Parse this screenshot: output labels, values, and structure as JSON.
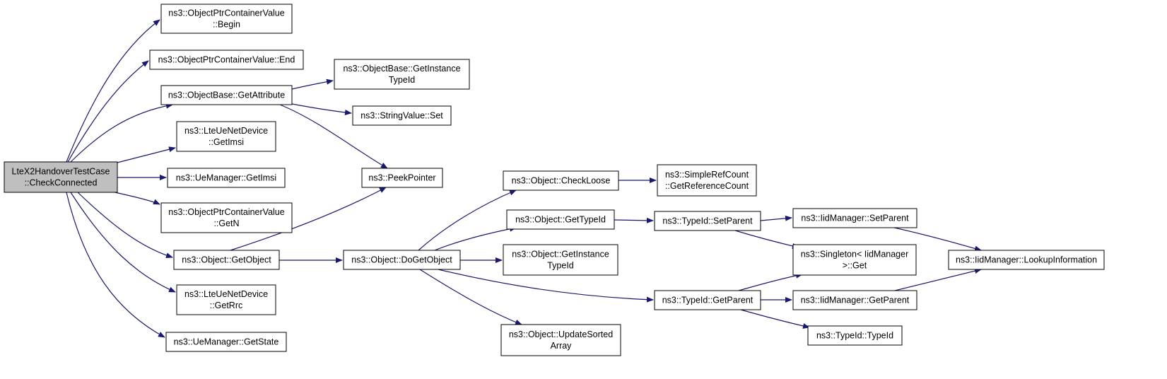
{
  "diagram": {
    "type": "call-graph",
    "colors": {
      "edge": "#191970",
      "node_fill": "#ffffff",
      "root_fill": "#bfbfbf",
      "node_stroke": "#000000"
    },
    "nodes": [
      {
        "id": "root",
        "lines": [
          "LteX2HandoverTestCase",
          "::CheckConnected"
        ],
        "root": true
      },
      {
        "id": "begin",
        "lines": [
          "ns3::ObjectPtrContainerValue",
          "::Begin"
        ]
      },
      {
        "id": "end",
        "lines": [
          "ns3::ObjectPtrContainerValue::End"
        ]
      },
      {
        "id": "getattr",
        "lines": [
          "ns3::ObjectBase::GetAttribute"
        ]
      },
      {
        "id": "ltegetimsi",
        "lines": [
          "ns3::LteUeNetDevice",
          "::GetImsi"
        ]
      },
      {
        "id": "uegetimsi",
        "lines": [
          "ns3::UeManager::GetImsi"
        ]
      },
      {
        "id": "getn",
        "lines": [
          "ns3::ObjectPtrContainerValue",
          "::GetN"
        ]
      },
      {
        "id": "getobject",
        "lines": [
          "ns3::Object::GetObject"
        ]
      },
      {
        "id": "getrrc",
        "lines": [
          "ns3::LteUeNetDevice",
          "::GetRrc"
        ]
      },
      {
        "id": "getstate",
        "lines": [
          "ns3::UeManager::GetState"
        ]
      },
      {
        "id": "basegetinst",
        "lines": [
          "ns3::ObjectBase::GetInstance",
          "TypeId"
        ]
      },
      {
        "id": "strset",
        "lines": [
          "ns3::StringValue::Set"
        ]
      },
      {
        "id": "peek",
        "lines": [
          "ns3::PeekPointer"
        ]
      },
      {
        "id": "dogetobject",
        "lines": [
          "ns3::Object::DoGetObject"
        ]
      },
      {
        "id": "checkloose",
        "lines": [
          "ns3::Object::CheckLoose"
        ]
      },
      {
        "id": "objgettypeid",
        "lines": [
          "ns3::Object::GetTypeId"
        ]
      },
      {
        "id": "objgetinst",
        "lines": [
          "ns3::Object::GetInstance",
          "TypeId"
        ]
      },
      {
        "id": "updsorted",
        "lines": [
          "ns3::Object::UpdateSorted",
          "Array"
        ]
      },
      {
        "id": "getrefcount",
        "lines": [
          "ns3::SimpleRefCount",
          "::GetReferenceCount"
        ]
      },
      {
        "id": "tsetparent",
        "lines": [
          "ns3::TypeId::SetParent"
        ]
      },
      {
        "id": "tgetparent",
        "lines": [
          "ns3::TypeId::GetParent"
        ]
      },
      {
        "id": "iidsetparent",
        "lines": [
          "ns3::IidManager::SetParent"
        ]
      },
      {
        "id": "singleton",
        "lines": [
          "ns3::Singleton< IidManager",
          ">::Get"
        ]
      },
      {
        "id": "iidgetparent",
        "lines": [
          "ns3::IidManager::GetParent"
        ]
      },
      {
        "id": "typeidctor",
        "lines": [
          "ns3::TypeId::TypeId"
        ]
      },
      {
        "id": "lookup",
        "lines": [
          "ns3::IidManager::LookupInformation"
        ]
      }
    ],
    "edges": [
      {
        "from": "root",
        "to": "begin"
      },
      {
        "from": "root",
        "to": "end"
      },
      {
        "from": "root",
        "to": "getattr"
      },
      {
        "from": "root",
        "to": "ltegetimsi"
      },
      {
        "from": "root",
        "to": "uegetimsi"
      },
      {
        "from": "root",
        "to": "getn"
      },
      {
        "from": "root",
        "to": "getobject"
      },
      {
        "from": "root",
        "to": "getrrc"
      },
      {
        "from": "root",
        "to": "getstate"
      },
      {
        "from": "getattr",
        "to": "basegetinst"
      },
      {
        "from": "getattr",
        "to": "strset"
      },
      {
        "from": "getattr",
        "to": "peek"
      },
      {
        "from": "getobject",
        "to": "peek"
      },
      {
        "from": "getobject",
        "to": "dogetobject"
      },
      {
        "from": "dogetobject",
        "to": "checkloose"
      },
      {
        "from": "dogetobject",
        "to": "objgettypeid"
      },
      {
        "from": "dogetobject",
        "to": "objgetinst"
      },
      {
        "from": "dogetobject",
        "to": "updsorted"
      },
      {
        "from": "dogetobject",
        "to": "tgetparent"
      },
      {
        "from": "checkloose",
        "to": "getrefcount"
      },
      {
        "from": "objgettypeid",
        "to": "tsetparent"
      },
      {
        "from": "tsetparent",
        "to": "iidsetparent"
      },
      {
        "from": "tsetparent",
        "to": "singleton"
      },
      {
        "from": "tgetparent",
        "to": "singleton"
      },
      {
        "from": "tgetparent",
        "to": "iidgetparent"
      },
      {
        "from": "tgetparent",
        "to": "typeidctor"
      },
      {
        "from": "iidsetparent",
        "to": "lookup"
      },
      {
        "from": "iidgetparent",
        "to": "lookup"
      }
    ]
  }
}
